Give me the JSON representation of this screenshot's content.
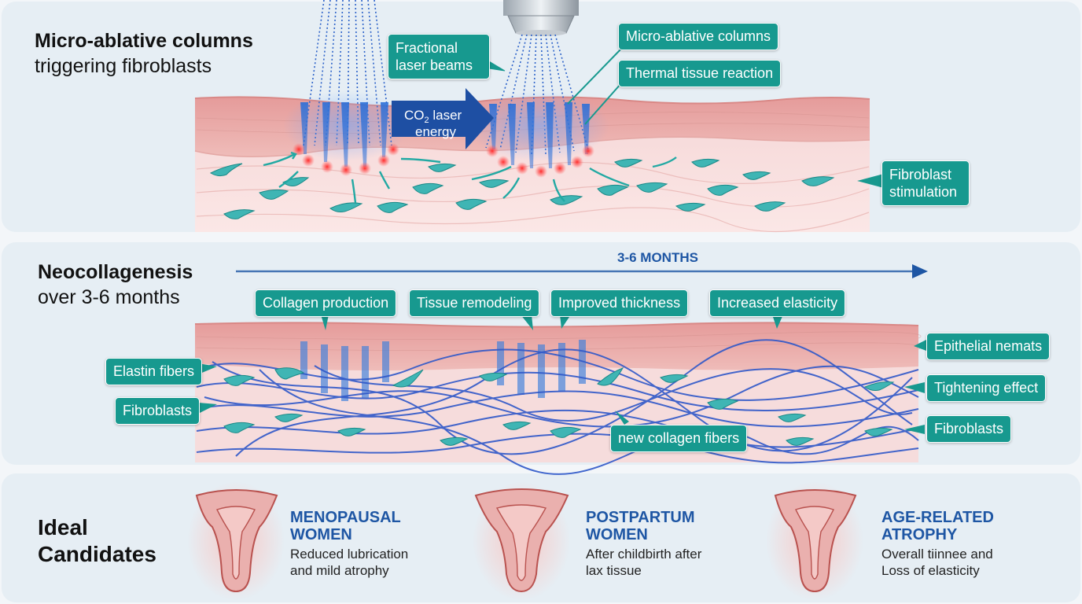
{
  "panel1": {
    "title_bold": "Micro-ablative columns",
    "title_regular": "triggering fibroblasts",
    "laser_label_main": "CO",
    "laser_label_sub": "2",
    "laser_label_rest": " laser",
    "laser_label_line2": "energy",
    "callouts": {
      "fractional": "Fractional laser beams",
      "micro_ablative": "Micro-ablative columns",
      "thermal": "Thermal tissue reaction",
      "fibroblast_stim": "Fibroblast stimulation"
    }
  },
  "panel2": {
    "title_bold": "Neocollagenesis",
    "title_regular": "over 3-6 months",
    "timeline_label": "3-6 MONTHS",
    "callouts": {
      "collagen_production": "Collagen production",
      "tissue_remodeling": "Tissue remodeling",
      "improved_thickness": "Improved thickness",
      "increased_elasticity": "Increased elasticity",
      "elastin": "Elastin fibers",
      "fibroblasts_left": "Fibroblasts",
      "epithelial": "Epithelial nemats",
      "tightening": "Tightening effect",
      "fibroblasts_right": "Fibroblasts",
      "new_collagen": "new collagen fibers"
    }
  },
  "panel3": {
    "title_line1": "Ideal",
    "title_line2": "Candidates",
    "candidates": [
      {
        "title_line1": "MENOPAUSAL",
        "title_line2": "WOMEN",
        "desc_line1": "Reduced lubrication",
        "desc_line2": "and mild atrophy"
      },
      {
        "title_line1": "POSTPARTUM",
        "title_line2": "WOMEN",
        "desc_line1": "After childbirth after",
        "desc_line2": "lax tissue"
      },
      {
        "title_line1": "AGE-RELATED",
        "title_line2": "ATROPHY",
        "desc_line1": "Overall tiinnee and",
        "desc_line2": "Loss of elasticity"
      }
    ]
  },
  "colors": {
    "teal": "#17998f",
    "blue": "#1e56a4",
    "skin": "#f3d3d3",
    "epidermis": "#e8a9a7",
    "fiber": "#2f58c9"
  }
}
